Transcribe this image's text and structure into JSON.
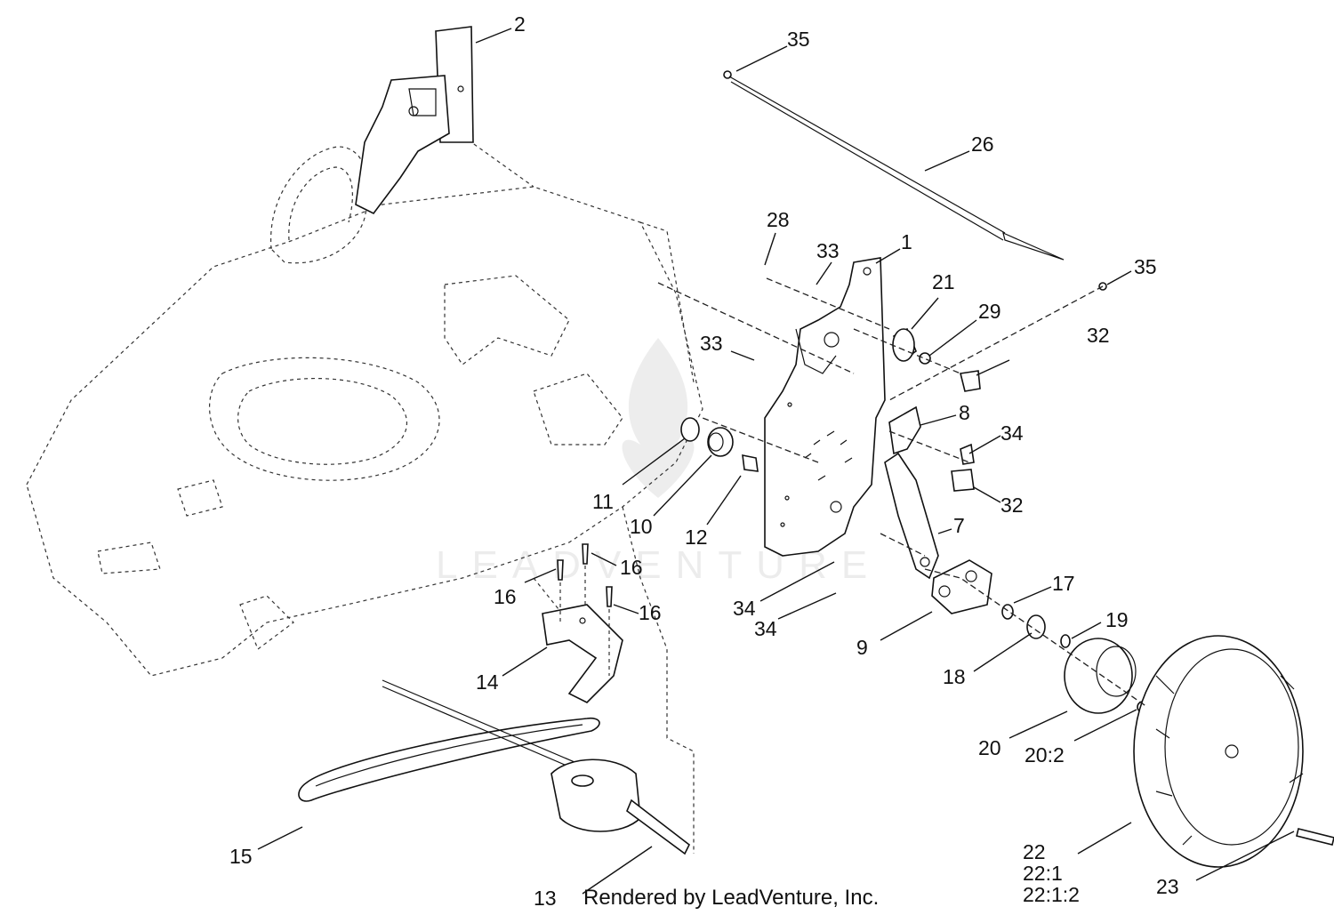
{
  "diagram": {
    "watermark": "LEADVENTURE",
    "credit": "Rendered by LeadVenture, Inc.",
    "callouts": [
      {
        "id": "c-2",
        "text": "2"
      },
      {
        "id": "c-35a",
        "text": "35"
      },
      {
        "id": "c-26",
        "text": "26"
      },
      {
        "id": "c-28",
        "text": "28"
      },
      {
        "id": "c-33a",
        "text": "33"
      },
      {
        "id": "c-1",
        "text": "1"
      },
      {
        "id": "c-21",
        "text": "21"
      },
      {
        "id": "c-35b",
        "text": "35"
      },
      {
        "id": "c-29",
        "text": "29"
      },
      {
        "id": "c-32a",
        "text": "32"
      },
      {
        "id": "c-33b",
        "text": "33"
      },
      {
        "id": "c-8",
        "text": "8"
      },
      {
        "id": "c-34a",
        "text": "34"
      },
      {
        "id": "c-11",
        "text": "11"
      },
      {
        "id": "c-10",
        "text": "10"
      },
      {
        "id": "c-12",
        "text": "12"
      },
      {
        "id": "c-32b",
        "text": "32"
      },
      {
        "id": "c-7",
        "text": "7"
      },
      {
        "id": "c-16a",
        "text": "16"
      },
      {
        "id": "c-16b",
        "text": "16"
      },
      {
        "id": "c-16c",
        "text": "16"
      },
      {
        "id": "c-34b",
        "text": "34"
      },
      {
        "id": "c-34c",
        "text": "34"
      },
      {
        "id": "c-17",
        "text": "17"
      },
      {
        "id": "c-9",
        "text": "9"
      },
      {
        "id": "c-19",
        "text": "19"
      },
      {
        "id": "c-14",
        "text": "14"
      },
      {
        "id": "c-18",
        "text": "18"
      },
      {
        "id": "c-20",
        "text": "20"
      },
      {
        "id": "c-20-2",
        "text": "20:2"
      },
      {
        "id": "c-15",
        "text": "15"
      },
      {
        "id": "c-22",
        "text": "22"
      },
      {
        "id": "c-22-1",
        "text": "22:1"
      },
      {
        "id": "c-22-1-2",
        "text": "22:1:2"
      },
      {
        "id": "c-23",
        "text": "23"
      },
      {
        "id": "c-13",
        "text": "13"
      }
    ]
  }
}
